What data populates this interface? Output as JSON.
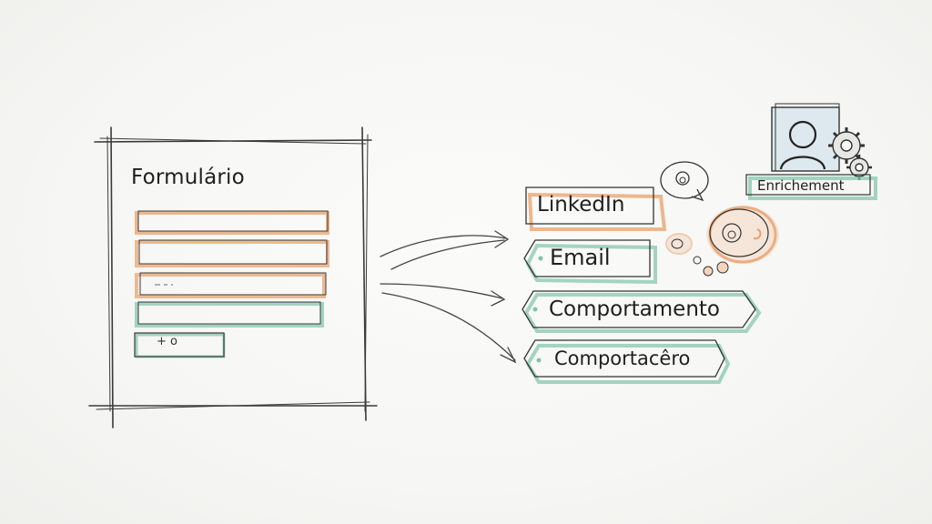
{
  "form": {
    "title": "Formulário",
    "button_symbols": "+  o"
  },
  "tags": [
    {
      "label": "LinkedIn"
    },
    {
      "label": "Email"
    },
    {
      "label": "Comportamento"
    },
    {
      "label": "Comportacêro"
    }
  ],
  "enrichment": {
    "label": "Enrichement",
    "icons": [
      "user-icon",
      "gear-icon",
      "chat-bubble-icon"
    ]
  },
  "colors": {
    "ink": "#2a2a2a",
    "orange": "#e8a06a",
    "teal": "#7fc3ad",
    "background": "#f7f7f5"
  }
}
